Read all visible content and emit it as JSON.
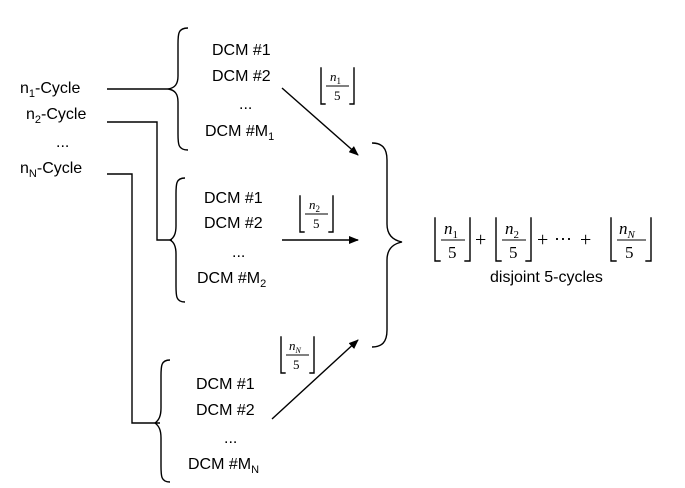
{
  "cycles": [
    {
      "label": "n",
      "sub": "1",
      "suffix": "-Cycle"
    },
    {
      "label": "n",
      "sub": "2",
      "suffix": "-Cycle"
    },
    {
      "label": "...",
      "sub": "",
      "suffix": ""
    },
    {
      "label": "n",
      "sub": "N",
      "suffix": "-Cycle"
    }
  ],
  "groups": [
    {
      "item1": "DCM #1",
      "item2": "DCM #2",
      "dots": "...",
      "last_prefix": "DCM #M",
      "last_sub": "1",
      "frac_num": "n",
      "frac_sub": "1",
      "frac_den": "5"
    },
    {
      "item1": "DCM #1",
      "item2": "DCM #2",
      "dots": "...",
      "last_prefix": "DCM #M",
      "last_sub": "2",
      "frac_num": "n",
      "frac_sub": "2",
      "frac_den": "5"
    },
    {
      "item1": "DCM #1",
      "item2": "DCM #2",
      "dots": "...",
      "last_prefix": "DCM #M",
      "last_sub": "N",
      "frac_num": "n",
      "frac_sub": "N",
      "frac_den": "5"
    }
  ],
  "result": {
    "t1_sub": "1",
    "t2_sub": "2",
    "t3_sub": "N",
    "num": "n",
    "den": "5",
    "plus": "+",
    "dots": "⋯",
    "caption": "disjoint 5-cycles"
  }
}
